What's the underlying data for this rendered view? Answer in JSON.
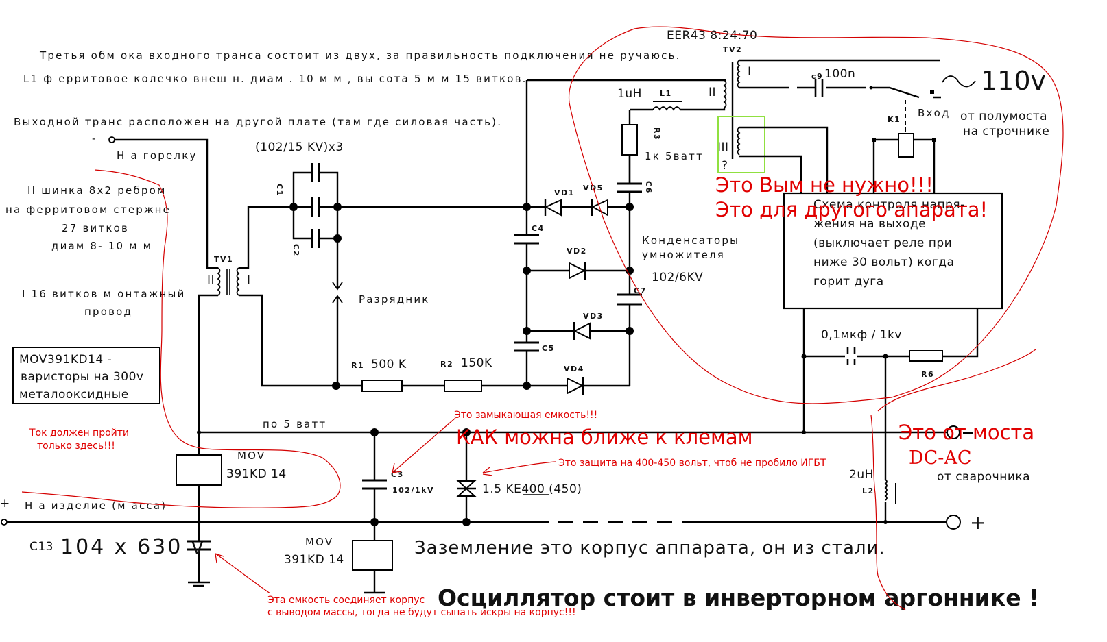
{
  "notes": {
    "third_winding": "Третья обм ока входного транса состоит из двух, за правильность подключения не ручаюсь.",
    "l1_ring": "L1 ф ерритовое колечко внеш н. диам . 10 м м , вы сота 5 м м  15 витков.",
    "output_trans": "Выходной транс расположен на другой плате (там  где силовая часть).",
    "to_torch": "Н а горелку",
    "tv1_winding_ii": [
      "II шинка 8x2 ребром",
      "на ферритовом  стержне",
      "27 витков",
      "диам  8- 10 м м"
    ],
    "tv1_winding_i": [
      "I 16 витков м онтажный",
      "провод"
    ],
    "mov_box": [
      "MOV391KD14 -",
      "варисторы на 300v",
      "металооксидные"
    ],
    "to_workpiece": "Н а изделие (м асса)",
    "grounding": "Заземление это корпус аппарата, он из стали.",
    "title": "Осциллятор стоит в инверторном аргоннике !",
    "from_half_bridge": [
      "от полумоста",
      "на строчнике"
    ],
    "from_welder": "от сварочника",
    "multiplier_caps": [
      "Конденсаторы",
      "умножителя"
    ],
    "control_box": [
      "Схема контроля напря-",
      "жения на выходе",
      "(выключает реле при",
      "ниже 30 вольт) когда",
      "горит дуга"
    ]
  },
  "components": {
    "tv2_core": "EER43 8:24:70",
    "tv2": "TV2",
    "tv2_w1": "I",
    "tv2_w2": "II",
    "tv2_w3": "III",
    "tv2_w3_q": "?",
    "tv1": "TV1",
    "tv1_w1": "I",
    "tv1_w2": "II",
    "c9": "c9",
    "c9_val": "100n",
    "ac_in": "110v",
    "k1": "K1",
    "input": "Вход",
    "l1": "L1",
    "l1_val": "1uH",
    "r3": "R3",
    "r3_val": "1к 5ватт",
    "c6": "C6",
    "c7": "C7",
    "c7_val": "102/6KV",
    "c4": "C4",
    "c5": "C5",
    "vd1": "VD1",
    "vd2": "VD2",
    "vd3": "VD3",
    "vd4": "VD4",
    "vd5": "VD5",
    "c1": "C1",
    "c2": "C2",
    "c_hv_val": "(102/15 KV)x3",
    "spark_gap": "Разрядник",
    "r1": "R1",
    "r1_val": "500 K",
    "r2": "R2",
    "r2_val": "150K",
    "po5watt": "по 5 ватт",
    "mov1": "MOV",
    "mov1_val": "391KD 14",
    "mov2": "MOV",
    "mov2_val": "391KD 14",
    "c3": "C3",
    "c3_val": "102/1kV",
    "tvs": "1.5 KE400 (450)",
    "c13": "C13",
    "c13_val": "104 x 630 v",
    "c_snub": "0,1мкф / 1kv",
    "r6": "R6",
    "l2": "L2",
    "l2_val": "2uH",
    "plus": "+",
    "minus": "-"
  },
  "annotations": {
    "not_needed": "Это Вым не нужно!!!",
    "other_device": "Это для другого апарата!",
    "current_here": [
      "Ток должен пройти",
      "только здесь!!!"
    ],
    "closing_cap": "Это замыкающая емкость!!!",
    "close_to_terminals": "КАК можна ближе к клемам",
    "protection": "Это защита на 400-450 вольт, чтоб не пробило ИГБТ",
    "from_bridge": "Это от моста",
    "dc_ac": "DC-AC",
    "cap_note": [
      "Эта емкость соединяет корпус",
      "с выводом массы, тогда не будут сыпать искры на корпус!!!"
    ]
  },
  "colors": {
    "annotation_red": "#e00000",
    "highlight_green": "#90e040",
    "wire": "#000000"
  }
}
